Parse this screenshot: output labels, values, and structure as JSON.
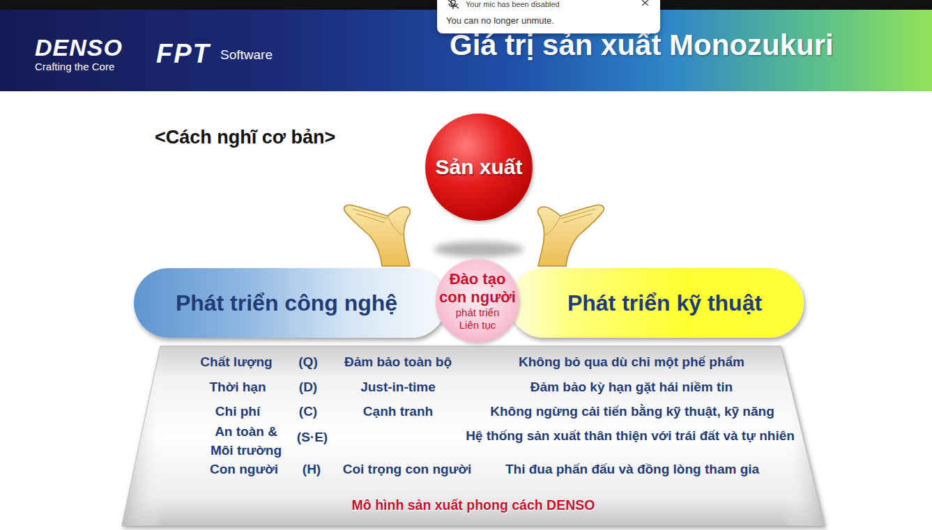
{
  "diagram": {
    "title": "Giá trị sản xuất Monozukuri",
    "nodes": [
      {
        "text": [
          "Your mic has been disabled",
          "You can no longer unmute."
        ]
      },
      {
        "text": [
          "Sản xuất"
        ]
      },
      {
        "text": [
          "Phát triển công nghệ"
        ]
      },
      {
        "text": [
          "Đào tạo con người",
          "phát triển Liên tục"
        ]
      },
      {
        "text": [
          "Phát triển kỹ thuật"
        ]
      },
      {
        "text": [
          "Mô hình sản xuất phong cách DENSO"
        ]
      }
    ],
    "labels": [
      "DENSO",
      "Crafting the Core",
      "FPT",
      "Software",
      "<Cách nghĩ cơ bản>",
      "Chất lượng",
      "(Q)",
      "Đảm bảo toàn bộ",
      "Không bỏ qua dù chỉ một phế phẩm",
      "Thời hạn",
      "(D)",
      "Just-in-time",
      "Đảm bảo kỳ hạn gặt hái niềm tin",
      "Chi phí",
      "(C)",
      "Cạnh tranh",
      "Không ngừng cải tiến bằng kỹ thuật, kỹ năng",
      "An toàn & Môi trường",
      "(S·E)",
      "Hệ thống sản xuất thân thiện với trái đất và tự nhiên",
      "Con người",
      "(H)",
      "Coi trọng con người",
      "Thi đua phấn đấu và đồng lòng tham gia"
    ]
  }
}
